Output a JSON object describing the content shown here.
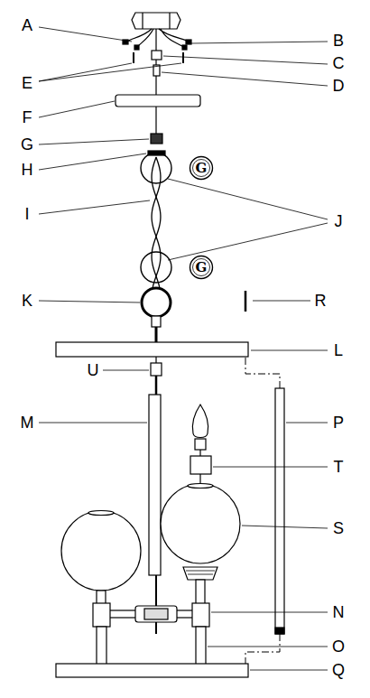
{
  "diagram": {
    "nodes": [
      {
        "text": [
          "G"
        ]
      },
      {
        "text": [
          "G"
        ]
      }
    ],
    "labels": [
      "A",
      "B",
      "E",
      "C",
      "D",
      "F",
      "G",
      "H",
      "I",
      "J",
      "K",
      "R",
      "L",
      "U",
      "M",
      "P",
      "T",
      "S",
      "N",
      "O",
      "Q"
    ]
  }
}
